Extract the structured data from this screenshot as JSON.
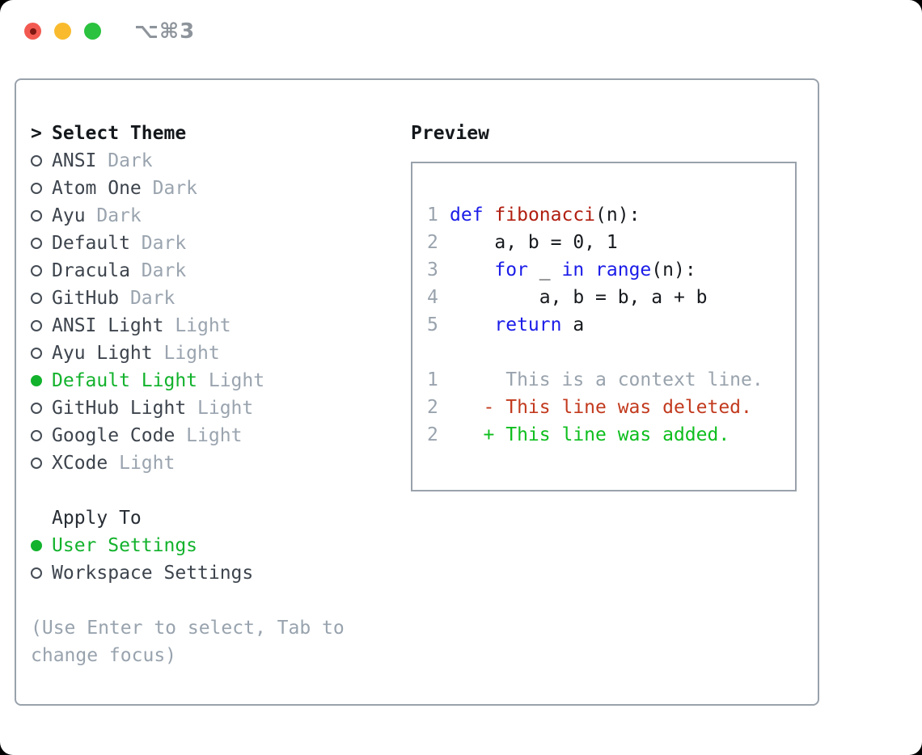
{
  "window": {
    "title": "⌥⌘3",
    "traffic_lights": {
      "close": "red",
      "minimize": "yellow",
      "zoom": "green"
    }
  },
  "theme_picker": {
    "prompt": ">",
    "title": "Select Theme",
    "items": [
      {
        "name": "ANSI",
        "variant": "Dark",
        "selected": false
      },
      {
        "name": "Atom One",
        "variant": "Dark",
        "selected": false
      },
      {
        "name": "Ayu",
        "variant": "Dark",
        "selected": false
      },
      {
        "name": "Default",
        "variant": "Dark",
        "selected": false
      },
      {
        "name": "Dracula",
        "variant": "Dark",
        "selected": false
      },
      {
        "name": "GitHub",
        "variant": "Dark",
        "selected": false
      },
      {
        "name": "ANSI Light",
        "variant": "Light",
        "selected": false
      },
      {
        "name": "Ayu Light",
        "variant": "Light",
        "selected": false
      },
      {
        "name": "Default Light",
        "variant": "Light",
        "selected": true
      },
      {
        "name": "GitHub Light",
        "variant": "Light",
        "selected": false
      },
      {
        "name": "Google Code",
        "variant": "Light",
        "selected": false
      },
      {
        "name": "XCode",
        "variant": "Light",
        "selected": false
      }
    ]
  },
  "apply_to": {
    "title": "Apply To",
    "options": [
      {
        "label": "User Settings",
        "selected": true
      },
      {
        "label": "Workspace Settings",
        "selected": false
      }
    ]
  },
  "hint": "(Use Enter to select, Tab to\nchange focus)",
  "preview": {
    "title": "Preview",
    "code_lines": [
      {
        "num": "1",
        "tokens": [
          {
            "text": "def",
            "style": "keyword"
          },
          {
            "text": " ",
            "style": "plain"
          },
          {
            "text": "fibonacci",
            "style": "function"
          },
          {
            "text": "(n):",
            "style": "plain"
          }
        ]
      },
      {
        "num": "2",
        "tokens": [
          {
            "text": "    a, b = 0, 1",
            "style": "plain"
          }
        ]
      },
      {
        "num": "3",
        "tokens": [
          {
            "text": "    ",
            "style": "plain"
          },
          {
            "text": "for",
            "style": "keyword"
          },
          {
            "text": " _ ",
            "style": "plain"
          },
          {
            "text": "in",
            "style": "keyword"
          },
          {
            "text": " ",
            "style": "plain"
          },
          {
            "text": "range",
            "style": "keyword"
          },
          {
            "text": "(n):",
            "style": "plain"
          }
        ]
      },
      {
        "num": "4",
        "tokens": [
          {
            "text": "        a, b = b, a + b",
            "style": "plain"
          }
        ]
      },
      {
        "num": "5",
        "tokens": [
          {
            "text": "    ",
            "style": "plain"
          },
          {
            "text": "return",
            "style": "keyword"
          },
          {
            "text": " a",
            "style": "plain"
          }
        ]
      }
    ],
    "diff_lines": [
      {
        "num": "1",
        "marker": " ",
        "text": "This is a context line.",
        "kind": "context"
      },
      {
        "num": "2",
        "marker": "-",
        "text": "This line was deleted.",
        "kind": "deleted"
      },
      {
        "num": "2",
        "marker": "+",
        "text": "This line was added.",
        "kind": "added"
      }
    ]
  },
  "colors": {
    "selection_green": "#12b22c",
    "added_green": "#0ebe1e",
    "deleted_red": "#c23a1e",
    "keyword_blue": "#1b1ce8",
    "function_red": "#b01e10",
    "dim_gray": "#9aa4af",
    "border_gray": "#99a2ac",
    "traffic_red": "#f25a51",
    "traffic_yellow": "#f9bb2d",
    "traffic_green": "#2ac23e"
  }
}
